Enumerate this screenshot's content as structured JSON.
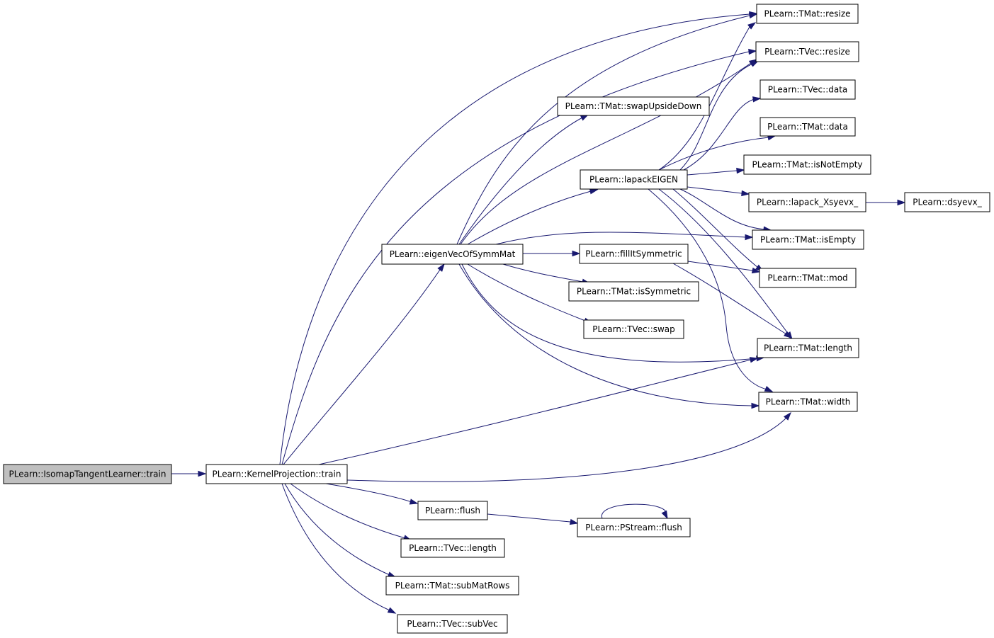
{
  "graph": {
    "colors": {
      "edge": "#191970",
      "node_border": "#000000",
      "root_fill": "#bfbfbf",
      "node_fill": "#ffffff"
    },
    "nodes": {
      "isomap_train": "PLearn::IsomapTangentLearner::train",
      "kp_train": "PLearn::KernelProjection::train",
      "eigen_vec": "PLearn::eigenVecOfSymmMat",
      "flush": "PLearn::flush",
      "tvec_length": "PLearn::TVec::length",
      "submatrows": "PLearn::TMat::subMatRows",
      "subvec": "PLearn::TVec::subVec",
      "pstream_flush": "PLearn::PStream::flush",
      "swap_upside_down": "PLearn::TMat::swapUpsideDown",
      "lapack_eigen": "PLearn::lapackEIGEN",
      "fill_symmetric": "PLearn::fillItSymmetric",
      "is_symmetric": "PLearn::TMat::isSymmetric",
      "tvec_swap": "PLearn::TVec::swap",
      "tmat_resize": "PLearn::TMat::resize",
      "tvec_resize": "PLearn::TVec::resize",
      "tvec_data": "PLearn::TVec::data",
      "tmat_data": "PLearn::TMat::data",
      "is_not_empty": "PLearn::TMat::isNotEmpty",
      "lapack_xsyevx": "PLearn::lapack_Xsyevx_",
      "dsyevx": "PLearn::dsyevx_",
      "is_empty": "PLearn::TMat::isEmpty",
      "tmat_mod": "PLearn::TMat::mod",
      "tmat_length": "PLearn::TMat::length",
      "tmat_width": "PLearn::TMat::width"
    }
  }
}
